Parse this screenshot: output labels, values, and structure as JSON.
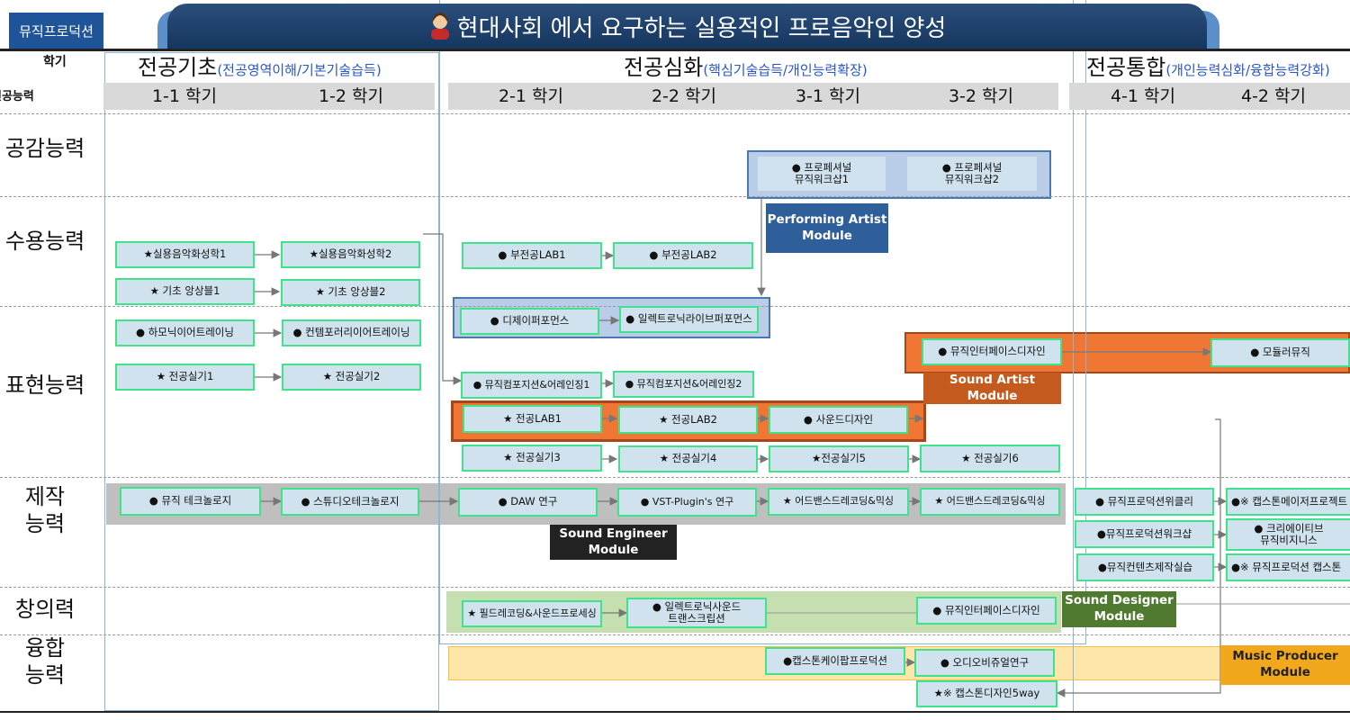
{
  "header": {
    "badge": "뮤직프로덕션",
    "title": "현대사회 에서 요구하는 실용적인 프로음악인 양성"
  },
  "corner": {
    "semester": "학기",
    "ability": "전공능력"
  },
  "phases": [
    {
      "name": "전공기초",
      "sub": "(전공영역이해/기본기술습득)"
    },
    {
      "name": "전공심화",
      "sub": "(핵심기술습득/개인능력확장)"
    },
    {
      "name": "전공통합",
      "sub": "(개인능력심화/융합능력강화)"
    }
  ],
  "semesters": [
    "1-1 학기",
    "1-2 학기",
    "2-1 학기",
    "2-2 학기",
    "3-1 학기",
    "3-2 학기",
    "4-1 학기",
    "4-2 학기"
  ],
  "rows": [
    "공감능력",
    "수용능력",
    "표현능력",
    "제작\n능력",
    "창의력",
    "융합\n능력"
  ],
  "modules": {
    "performing": "Performing Artist\nModule",
    "sound_artist": "Sound Artist Module",
    "sound_engineer": "Sound Engineer\nModule",
    "sound_designer": "Sound Designer\nModule",
    "music_producer": "Music Producer\nModule"
  },
  "courses": {
    "pro_ws1": "● 프로페셔널\n뮤직워크샵1",
    "pro_ws2": "● 프로페셔널\n뮤직워크샵2",
    "harmony1": "★실용음악화성학1",
    "harmony2": "★실용음악화성학2",
    "ensemble1": "★ 기초 앙상블1",
    "ensemble2": "★ 기초 앙상블2",
    "minor_lab1": "● 부전공LAB1",
    "minor_lab2": "● 부전공LAB2",
    "dj": "● 디제이퍼포먼스",
    "electronic_live": "● 일렉트로닉라이브퍼포먼스",
    "harmonic_ear": "● 하모닉이어트레이닝",
    "contemporary_ear": "● 컨템포러리이어트레이닝",
    "practice1": "★ 전공실기1",
    "practice2": "★ 전공실기2",
    "composition1": "● 뮤직컴포지션&어레인징1",
    "composition2": "● 뮤직컴포지션&어레인징2",
    "major_lab1": "★ 전공LAB1",
    "major_lab2": "★ 전공LAB2",
    "sound_design": "● 사운드디자인",
    "music_interface_a": "● 뮤직인터페이스디자인",
    "modular": "● 모듈러뮤직",
    "practice3": "★ 전공실기3",
    "practice4": "★ 전공실기4",
    "practice5": "★전공실기5",
    "practice6": "★ 전공실기6",
    "music_tech": "● 뮤직 테크놀로지",
    "studio_tech": "● 스튜디오테크놀로지",
    "daw": "● DAW 연구",
    "vst": "● VST-Plugin's 연구",
    "adv_rec1": "★ 어드밴스드레코딩&믹싱",
    "adv_rec2": "★ 어드밴스드레코딩&믹싱",
    "prod_weekly": "● 뮤직프로덕션위클리",
    "capstone_major": "●※ 캡스톤메이저프로젝트",
    "prod_workshop": "●뮤직프로덕션워크샵",
    "creative_biz": "● 크리에이티브\n뮤직비지니스",
    "content_practice": "●뮤직컨텐츠제작실습",
    "prod_capstone": "●※ 뮤직프로덕션 캡스톤",
    "field_rec": "★ 필드레코딩&사운드프로세싱",
    "electronic_transcription": "● 일렉트로닉사운드\n트랜스크립션",
    "music_interface_b": "● 뮤직인터페이스디자인",
    "capstone_kpop": "●캡스톤케이팝프로덕션",
    "audiovisual": "● 오디오비쥬얼연구",
    "capstone_design": "★※ 캡스톤디자인5way"
  },
  "colors": {
    "box_fill": "#cfe2ee",
    "box_border": "#3fe38b",
    "performing": "#2f5f9a",
    "sound_artist": "#c55a1f",
    "sound_engineer": "#222222",
    "sound_designer": "#4f7a30",
    "music_producer": "#f2a81c"
  }
}
